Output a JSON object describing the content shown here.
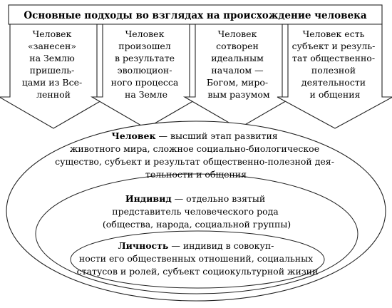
{
  "title": "Основные подходы во взглядах на происхождение человека",
  "approaches": [
    {
      "lines": [
        "Человек",
        "«занесен»",
        "на Землю",
        "пришель-",
        "цами из Все-",
        "ленной"
      ]
    },
    {
      "lines": [
        "Человек",
        "произошел",
        "в результате",
        "эволюцион-",
        "ного процесса",
        "на Земле"
      ]
    },
    {
      "lines": [
        "Человек",
        "сотворен",
        "идеальным",
        "началом —",
        "Богом, миро-",
        "вым разумом"
      ]
    },
    {
      "lines": [
        "Человек есть",
        "субъект и резуль-",
        "тат общественно-",
        "полезной",
        "деятельности",
        "и общения"
      ]
    }
  ],
  "levels": [
    {
      "term": "Человек",
      "lines": [
        " — высший этап развития",
        "животного мира, сложное социально-биологическое",
        "существо, субъект и результат общественно-полезной дея-",
        "тельности и общения"
      ]
    },
    {
      "term": "Индивид",
      "lines": [
        " — отдельно взятый",
        "представитель человеческого рода",
        "(общества, народа, социальной группы)"
      ]
    },
    {
      "term": "Личность",
      "lines": [
        " — индивид в совокуп-",
        "ности его общественных отношений, социальных",
        "статусов и ролей, субъект социокультурной жизни"
      ]
    }
  ]
}
